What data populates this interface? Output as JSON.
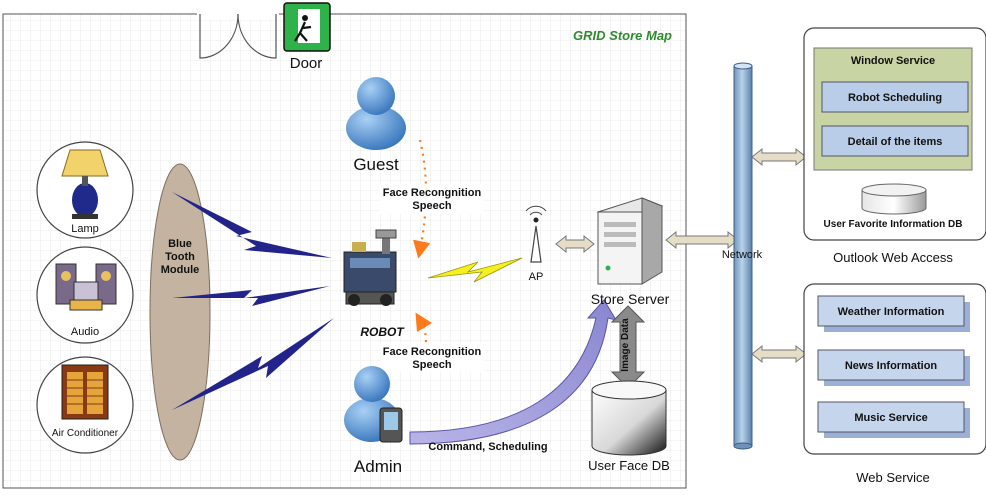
{
  "map": {
    "title": "GRID Store Map",
    "door_label": "Door",
    "bluetooth_label_lines": [
      "Blue",
      "Tooth",
      "Module"
    ],
    "devices": [
      {
        "label": "Lamp",
        "icon": "lamp-icon"
      },
      {
        "label": "Audio",
        "icon": "audio-icon"
      },
      {
        "label": "Air Conditioner",
        "icon": "air-conditioner-icon"
      }
    ],
    "guest_label": "Guest",
    "admin_label": "Admin",
    "robot_label": "ROBOT",
    "guest_link_lines": [
      "Face Recongnition",
      "Speech"
    ],
    "admin_link_lines": [
      "Face Recongnition",
      "Speech"
    ],
    "ap_label": "AP",
    "store_server_label": "Store Server",
    "image_data_label": "Image Data",
    "command_label": "Command, Scheduling",
    "user_face_db_label": "User Face DB"
  },
  "network_label": "Network",
  "outlook": {
    "window_service_label": "Window Service",
    "items": [
      "Robot Scheduling",
      "Detail of the items"
    ],
    "db_label": "User Favorite Information DB",
    "caption": "Outlook Web Access"
  },
  "web_service": {
    "items": [
      "Weather Information",
      "News Information",
      "Music Service"
    ],
    "caption": "Web Service"
  },
  "colors": {
    "grid_line": "#dcdcdc",
    "map_title": "#2e8b2e",
    "door_sign": "#2fb24a",
    "person": "#4a8fd6",
    "ellipse": "#c3b3a0",
    "bolt_blue": "#23238c",
    "bolt_yellow": "#f5f020",
    "link_dots": "#ff7a1a",
    "network_pole": "#9fbfe0",
    "service_panel": "#c8d4a4",
    "service_item": "#b9cde9",
    "connector": "#e5ddc5"
  }
}
